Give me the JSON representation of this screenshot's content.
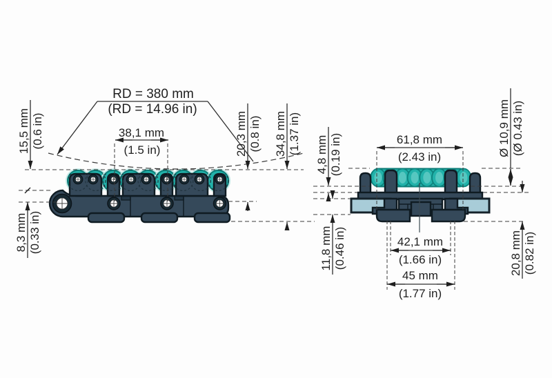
{
  "colors": {
    "roller_teal": "#22b2aa",
    "roller_teal_light": "#5cc9c2",
    "roller_halo": "#c9ebe8",
    "body_slate": "#35495a",
    "outline_dark": "#0f1b22",
    "rail_blue": "#a8ccd8",
    "dim_line": "#2e2e2e",
    "text": "#1f1f1f",
    "background": "#fdfdfd"
  },
  "side_view": {
    "dims": {
      "back_flex_height": {
        "mm": "15,5 mm",
        "in": "(0.6 in)"
      },
      "back_flex_radius": {
        "mm": "RD = 380 mm",
        "in": "(RD = 14.96 in)"
      },
      "pitch": {
        "mm": "38,1 mm",
        "in": "(1.5 in)"
      },
      "roller_height": {
        "mm": "20,3 mm",
        "in": "(0.8 in)"
      },
      "overall_height": {
        "mm": "34,8 mm",
        "in": "(1.37 in)"
      },
      "plate_offset": {
        "mm": "8,3 mm",
        "in": "(0.33 in)"
      }
    }
  },
  "end_view": {
    "dims": {
      "roller_width": {
        "mm": "61,8 mm",
        "in": "(2.43 in)"
      },
      "roller_diameter": {
        "mm": "Ø 10,9 mm",
        "in": "(Ø 0.43 in)"
      },
      "roller_protrusion": {
        "mm": "4,8 mm",
        "in": "(0.19 in)"
      },
      "guide_height": {
        "mm": "11,8 mm",
        "in": "(0.46 in)"
      },
      "inner_width": {
        "mm": "42,1 mm",
        "in": "(1.66 in)"
      },
      "outer_width": {
        "mm": "45 mm",
        "in": "(1.77 in)"
      },
      "lower_height": {
        "mm": "20,8 mm",
        "in": "(0.82 in)"
      }
    }
  }
}
